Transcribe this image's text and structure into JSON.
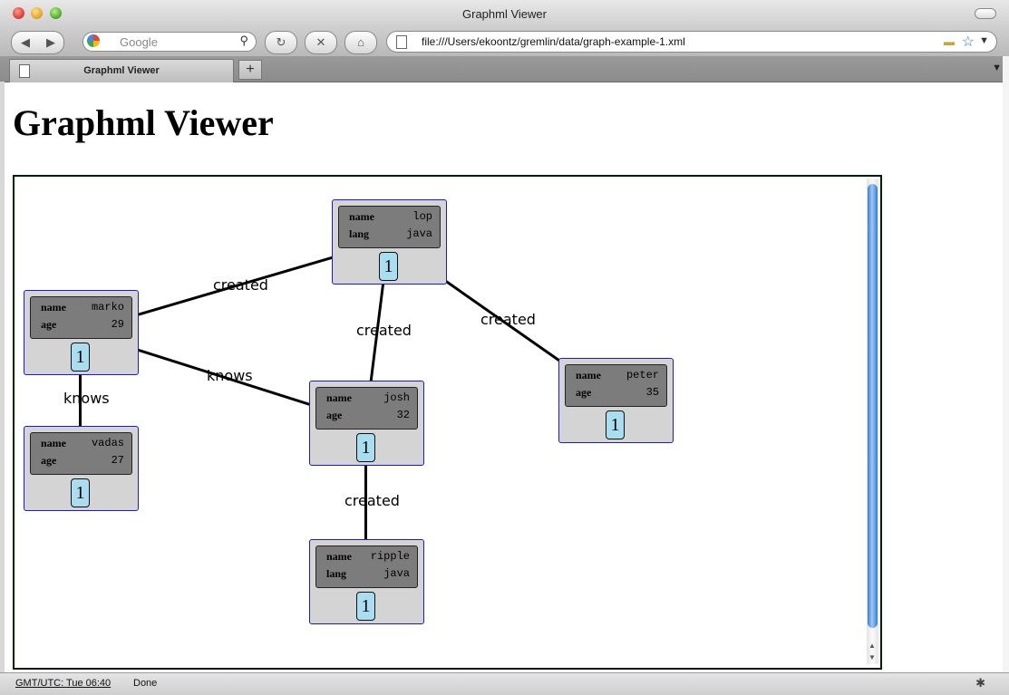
{
  "window": {
    "title": "Graphml Viewer"
  },
  "toolbar": {
    "search_placeholder": "Google",
    "url": "file:///Users/ekoontz/gremlin/data/graph-example-1.xml"
  },
  "tabs": [
    {
      "label": "Graphml Viewer"
    }
  ],
  "page": {
    "heading": "Graphml Viewer"
  },
  "graph": {
    "nodes": [
      {
        "id": "lop",
        "props": [
          {
            "key": "name",
            "value": "lop"
          },
          {
            "key": "lang",
            "value": "java"
          }
        ],
        "badge": "1"
      },
      {
        "id": "marko",
        "props": [
          {
            "key": "name",
            "value": "marko"
          },
          {
            "key": "age",
            "value": "29"
          }
        ],
        "badge": "1"
      },
      {
        "id": "vadas",
        "props": [
          {
            "key": "name",
            "value": "vadas"
          },
          {
            "key": "age",
            "value": "27"
          }
        ],
        "badge": "1"
      },
      {
        "id": "josh",
        "props": [
          {
            "key": "name",
            "value": "josh"
          },
          {
            "key": "age",
            "value": "32"
          }
        ],
        "badge": "1"
      },
      {
        "id": "peter",
        "props": [
          {
            "key": "name",
            "value": "peter"
          },
          {
            "key": "age",
            "value": "35"
          }
        ],
        "badge": "1"
      },
      {
        "id": "ripple",
        "props": [
          {
            "key": "name",
            "value": "ripple"
          },
          {
            "key": "lang",
            "value": "java"
          }
        ],
        "badge": "1"
      }
    ],
    "edges": [
      {
        "from": "marko",
        "to": "lop",
        "label": "created"
      },
      {
        "from": "josh",
        "to": "lop",
        "label": "created"
      },
      {
        "from": "peter",
        "to": "lop",
        "label": "created"
      },
      {
        "from": "marko",
        "to": "josh",
        "label": "knows"
      },
      {
        "from": "marko",
        "to": "vadas",
        "label": "knows"
      },
      {
        "from": "josh",
        "to": "ripple",
        "label": "created"
      }
    ]
  },
  "statusbar": {
    "clock": "GMT/UTC: Tue 06:40",
    "status": "Done"
  }
}
